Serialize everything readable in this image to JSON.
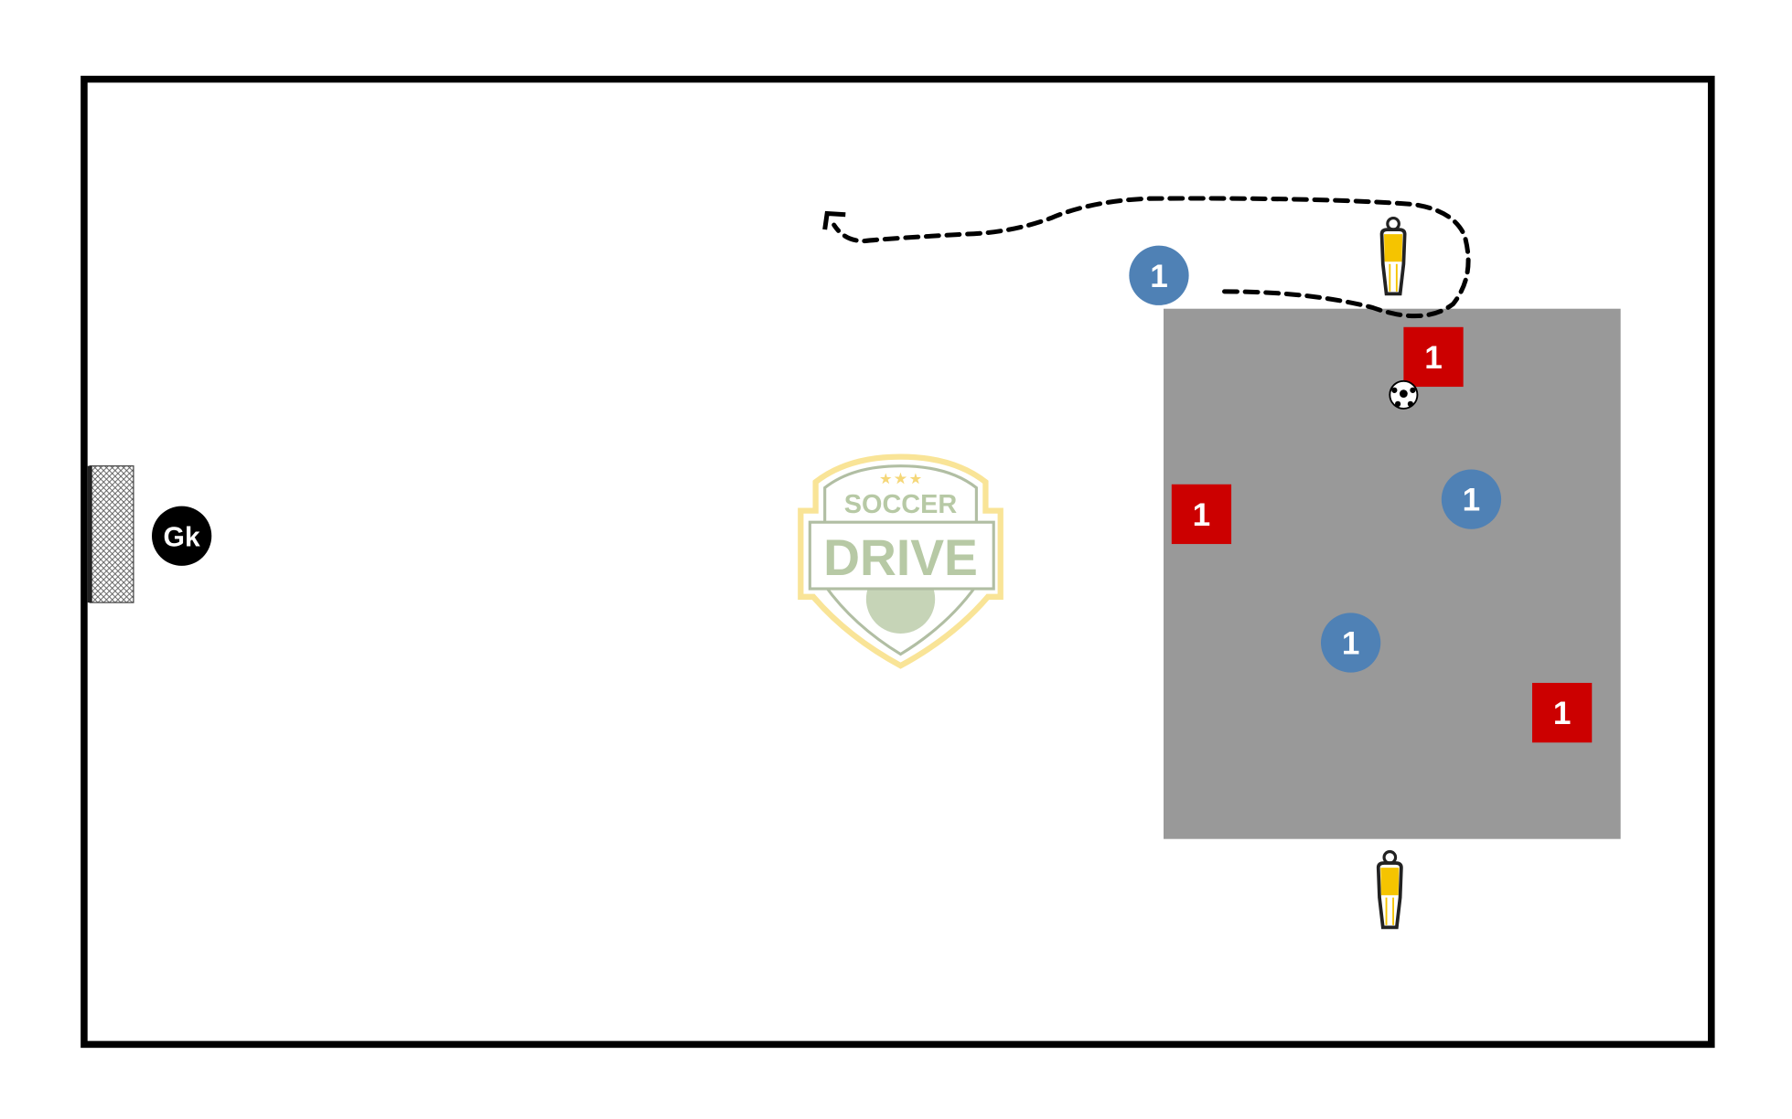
{
  "pitch": {
    "goalkeeper_label": "Gk"
  },
  "colors": {
    "blue_player": "#4f81b5",
    "red_player": "#cc0000",
    "grid": "#999999",
    "mannequin": "#f5c400",
    "logo_green": "#b0c49c",
    "logo_yellow": "#f9e28c"
  },
  "blue_players": [
    {
      "label": "1"
    },
    {
      "label": "1"
    },
    {
      "label": "1"
    }
  ],
  "red_players": [
    {
      "label": "1"
    },
    {
      "label": "1"
    },
    {
      "label": "1"
    }
  ],
  "logo": {
    "line1": "SOCCER",
    "line2": "DRIVE"
  }
}
